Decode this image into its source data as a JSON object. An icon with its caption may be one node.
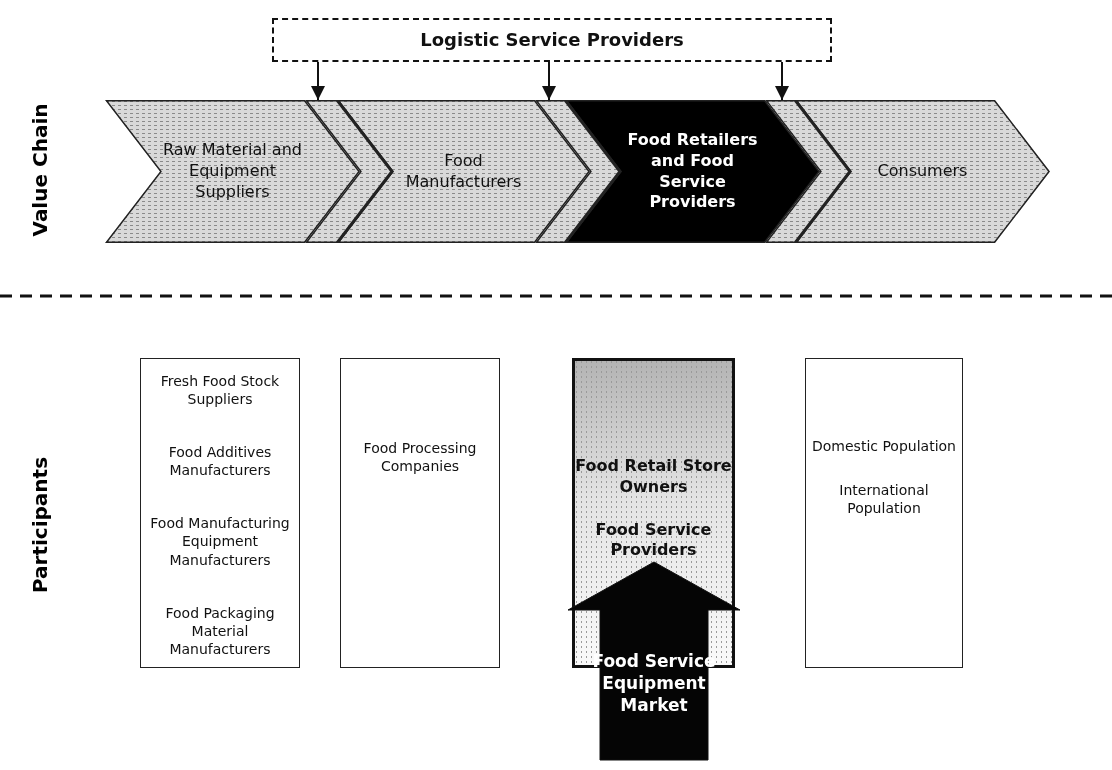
{
  "diagram": {
    "nodes": [
      {
        "text": [
          "Logistic Service Providers"
        ]
      },
      {
        "text": [
          "Raw Material and Equipment Suppliers"
        ]
      },
      {
        "text": [],
        "shape": "chevron"
      },
      {
        "text": [
          "Food Manufacturers"
        ]
      },
      {
        "text": [],
        "shape": "chevron"
      },
      {
        "text": [
          "Food Retailers and Food Service Providers"
        ]
      },
      {
        "text": [],
        "shape": "chevron"
      },
      {
        "text": [
          "Consumers"
        ]
      },
      {
        "text": [
          "Fresh Food Stock Suppliers",
          "Food Additives Manufacturers",
          "Food Manufacturing Equipment Manufacturers",
          "Food Packaging Material Manufacturers"
        ]
      },
      {
        "text": [
          "Food Processing Companies"
        ]
      },
      {
        "text": [
          "Food Retail Store Owners",
          "Food Service Providers"
        ]
      },
      {
        "text": [
          "Domestic Population",
          "International Population"
        ]
      },
      {
        "text": [
          "Food Service Equipment Market"
        ]
      }
    ],
    "edges": [
      {
        "from": 0,
        "to": 2,
        "arrow": "to"
      },
      {
        "from": 0,
        "to": 4,
        "arrow": "to"
      },
      {
        "from": 0,
        "to": 6,
        "arrow": "to"
      }
    ],
    "labels": [
      "Value Chain",
      "Participants"
    ]
  }
}
